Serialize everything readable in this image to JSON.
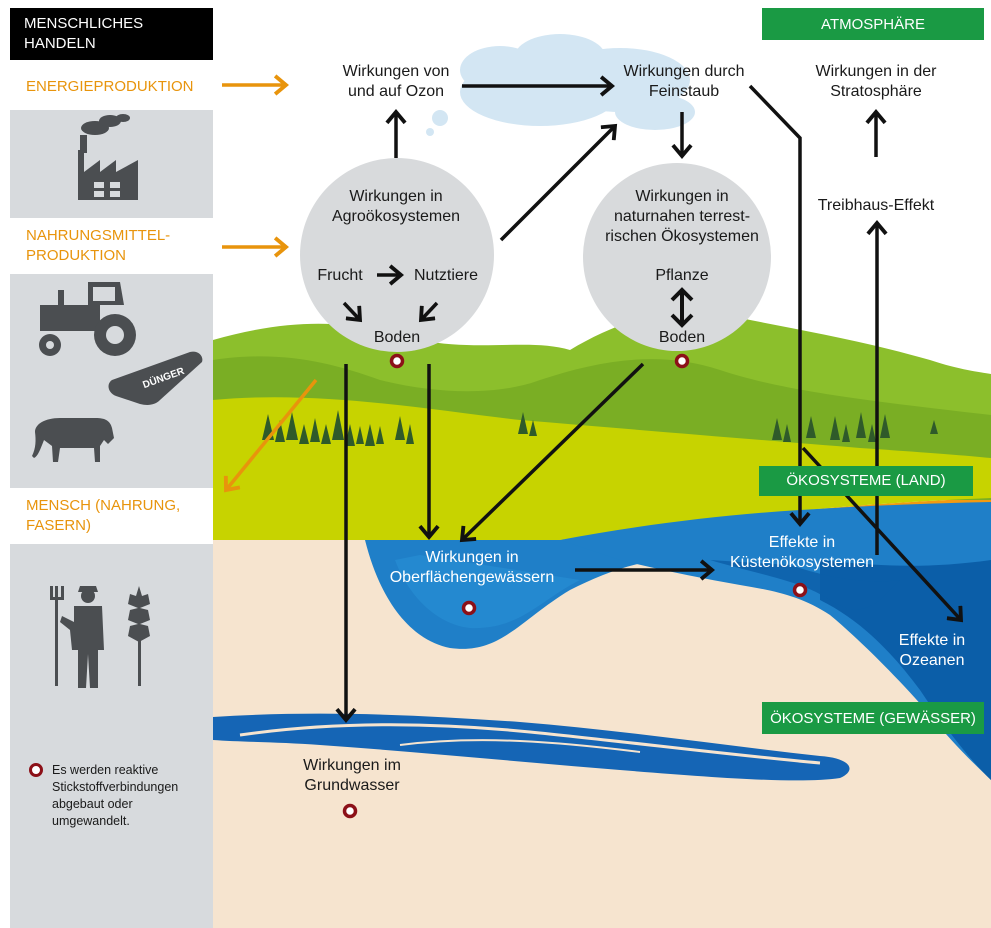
{
  "sidebar": {
    "header": "MENSCHLICHES\nHANDELN",
    "energy": "ENERGIEPRODUKTION",
    "food": "NAHRUNGSMITTEL-\nPRODUKTION",
    "human": "MENSCH (NAHRUNG,\nFASERN)",
    "fertilizer_label": "DÜNGER",
    "legend_text": "Es werden reaktive\nStickstoffverbindungen\nabgebaut oder\numgewandelt."
  },
  "tags": {
    "atmosphere": "ATMOSPHÄRE",
    "ecosystems_land": "ÖKOSYSTEME (LAND)",
    "ecosystems_water": "ÖKOSYSTEME (GEWÄSSER)"
  },
  "nodes": {
    "ozone": "Wirkungen von\nund auf Ozon",
    "fine_dust": "Wirkungen durch\nFeinstaub",
    "stratosphere": "Wirkungen in der\nStratosphäre",
    "greenhouse": "Treibhaus-Effekt",
    "agro": "Wirkungen in\nAgroökosystemen",
    "agro_fruit": "Frucht",
    "agro_livestock": "Nutztiere",
    "agro_soil": "Boden",
    "natural": "Wirkungen in\nnaturnahen terrest-\nrischen Ökosystemen",
    "natural_plant": "Pflanze",
    "natural_soil": "Boden",
    "surface_water": "Wirkungen in\nOberflächengewässern",
    "coastal": "Effekte in\nKüstenökosystemen",
    "oceans": "Effekte in\nOzeanen",
    "groundwater": "Wirkungen im\nGrundwasser"
  },
  "colors": {
    "sidebar_bg": "#d7dadd",
    "icon_gray": "#4b4e51",
    "orange": "#e8940c",
    "green_tag": "#1a9a44",
    "water_dark": "#0b5ea8",
    "water_mid": "#1f7fc8",
    "sand": "#f6e4cf",
    "hill_green": "#8cbf2c",
    "meadow": "#c7d300",
    "soil_marker": "#8c1018"
  }
}
